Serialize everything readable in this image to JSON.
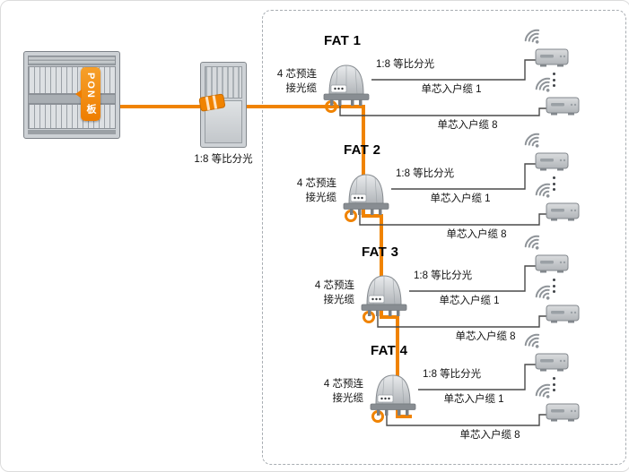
{
  "colors": {
    "trunk": "#f08300",
    "line": "#4a4a4a"
  },
  "olt": {
    "pon_badge": "PON 板"
  },
  "splitter": {
    "caption": "1:8 等比分光"
  },
  "fat_groups": [
    {
      "title": "FAT 1",
      "feeder": "4 芯预连\n接光缆",
      "split": "1:8 等比分光",
      "drop_first": "单芯入户缆 1",
      "drop_last": "单芯入户缆 8"
    },
    {
      "title": "FAT 2",
      "feeder": "4 芯预连\n接光缆",
      "split": "1:8 等比分光",
      "drop_first": "单芯入户缆 1",
      "drop_last": "单芯入户缆 8"
    },
    {
      "title": "FAT 3",
      "feeder": "4 芯预连\n接光缆",
      "split": "1:8 等比分光",
      "drop_first": "单芯入户缆 1",
      "drop_last": "单芯入户缆 8"
    },
    {
      "title": "FAT 4",
      "feeder": "4 芯预连\n接光缆",
      "split": "1:8 等比分光",
      "drop_first": "单芯入户缆 1",
      "drop_last": "单芯入户缆 8"
    }
  ]
}
